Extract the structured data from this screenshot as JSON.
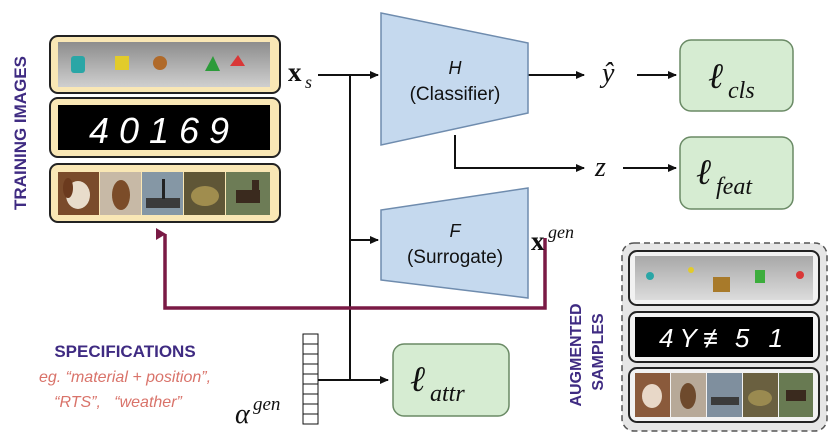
{
  "training": {
    "label": "TRAINING IMAGES",
    "digits": "40169"
  },
  "augmented": {
    "label_line1": "AUGMENTED",
    "label_line2": "SAMPLES",
    "digits": "4Y≢5 1"
  },
  "classifier": {
    "symbol": "H",
    "name": "(Classifier)"
  },
  "surrogate": {
    "symbol": "F",
    "name": "(Surrogate)"
  },
  "symbols": {
    "x_s": "x",
    "x_s_sub": "s",
    "y_hat": "ŷ",
    "z": "z",
    "x_gen": "x",
    "x_gen_sup": "gen",
    "alpha_gen": "α",
    "alpha_gen_sup": "gen"
  },
  "losses": {
    "cls": {
      "main": "ℓ",
      "sub": "cls"
    },
    "feat": {
      "main": "ℓ",
      "sub": "feat"
    },
    "attr": {
      "main": "ℓ",
      "sub": "attr"
    }
  },
  "specifications": {
    "title": "SPECIFICATIONS",
    "line1": "eg. “material + position”,",
    "line2": "“RTS”,   “weather”"
  },
  "colors": {
    "purple": "#3f2b82",
    "maroon": "#7a1a45",
    "salmon": "#d9736a",
    "box_blue": "#c5d9ee",
    "box_blue_stroke": "#6f8cae",
    "loss_green": "#d6ecd2",
    "loss_green_stroke": "#6a8a65",
    "panel_yellow": "#f9e7b5"
  }
}
